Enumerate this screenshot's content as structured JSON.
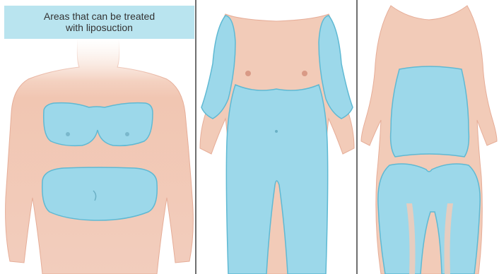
{
  "caption": {
    "line1": "Areas that can be treated",
    "line2": "with liposuction"
  },
  "colors": {
    "skin": "#f2cbb8",
    "skin_shadow": "#e6ad98",
    "treated_area": "#9cd8ea",
    "treated_outline": "#5fb9d3",
    "caption_bg": "#b9e4ef",
    "divider": "#6f6f6f"
  },
  "figures": [
    {
      "view": "front",
      "highlighted_regions": [
        "chest",
        "abdomen"
      ]
    },
    {
      "view": "front",
      "highlighted_regions": [
        "upper-arms",
        "torso",
        "hips",
        "thighs"
      ]
    },
    {
      "view": "back",
      "highlighted_regions": [
        "back",
        "buttocks",
        "thighs"
      ]
    }
  ]
}
